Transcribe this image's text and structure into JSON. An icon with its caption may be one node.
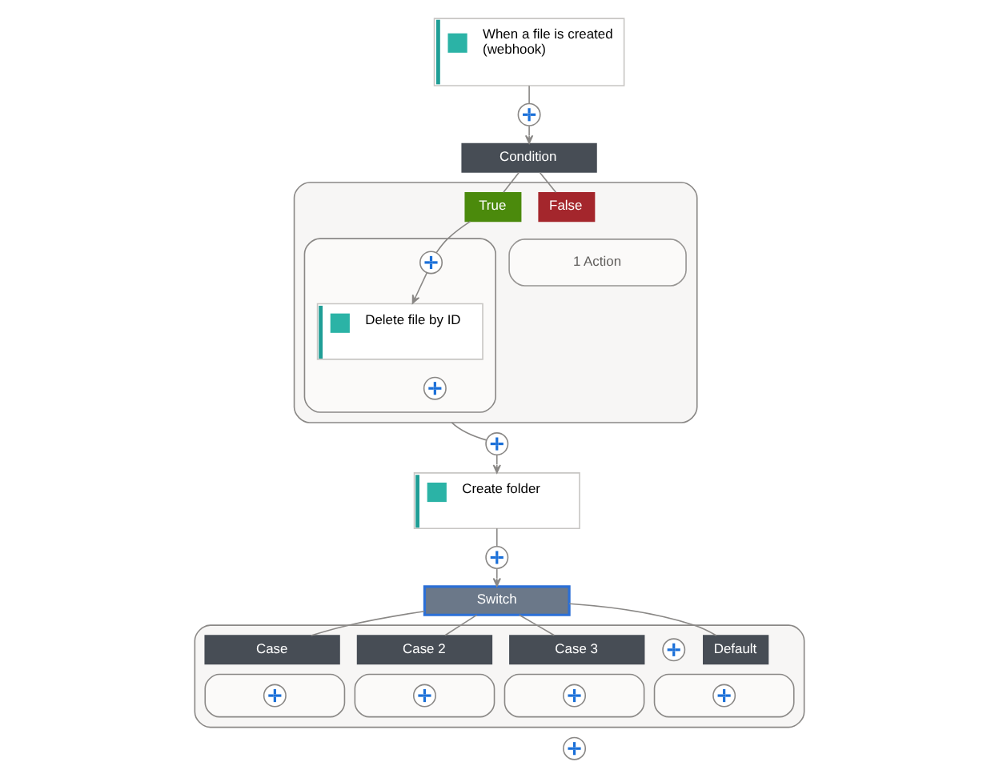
{
  "diagram": {
    "nodes": [
      {
        "text": [
          "When a file is created (webhook)"
        ]
      },
      {
        "text": [],
        "shape": "circle"
      },
      {
        "text": [
          "Condition"
        ]
      },
      {
        "text": [],
        "shape": "box"
      },
      {
        "text": [
          "True"
        ],
        "in": 3
      },
      {
        "text": [],
        "shape": "box",
        "in": 3
      },
      {
        "text": [],
        "shape": "circle",
        "in": 5
      },
      {
        "text": [
          "Delete file by ID"
        ],
        "in": 5
      },
      {
        "text": [],
        "shape": "circle",
        "in": 5
      },
      {
        "text": [
          "False"
        ],
        "in": 3
      },
      {
        "text": [
          "1 Action"
        ],
        "in": 3
      },
      {
        "text": [],
        "shape": "circle"
      },
      {
        "text": [
          "Create folder"
        ]
      },
      {
        "text": [],
        "shape": "circle"
      },
      {
        "text": [
          "Switch"
        ]
      },
      {
        "text": [],
        "shape": "box"
      },
      {
        "text": [
          "Case"
        ],
        "in": 15
      },
      {
        "text": [],
        "shape": "box",
        "in": 15
      },
      {
        "text": [],
        "shape": "circle",
        "in": 17
      },
      {
        "text": [
          "Case 2"
        ],
        "in": 15
      },
      {
        "text": [],
        "shape": "box",
        "in": 15
      },
      {
        "text": [],
        "shape": "circle",
        "in": 20
      },
      {
        "text": [
          "Case 3"
        ],
        "in": 15
      },
      {
        "text": [],
        "shape": "box",
        "in": 15
      },
      {
        "text": [],
        "shape": "circle",
        "in": 23
      },
      {
        "text": [],
        "shape": "circle",
        "in": 15
      },
      {
        "text": [
          "Default"
        ],
        "in": 15
      },
      {
        "text": [],
        "shape": "box",
        "in": 15
      },
      {
        "text": [],
        "shape": "circle",
        "in": 27
      },
      {
        "text": [],
        "shape": "circle"
      }
    ],
    "edges": [
      {
        "from": 0,
        "to": 1,
        "arrow": "none"
      },
      {
        "from": 1,
        "to": 2,
        "arrow": "to"
      },
      {
        "from": 2,
        "to": 4,
        "arrow": "none"
      },
      {
        "from": 2,
        "to": 9,
        "arrow": "none"
      },
      {
        "from": 4,
        "to": 6,
        "arrow": "none"
      },
      {
        "from": 6,
        "to": 7,
        "arrow": "to"
      },
      {
        "from": 3,
        "to": 11,
        "arrow": "none"
      },
      {
        "from": 11,
        "to": 12,
        "arrow": "to"
      },
      {
        "from": 12,
        "to": 13,
        "arrow": "none"
      },
      {
        "from": 13,
        "to": 14,
        "arrow": "to"
      },
      {
        "from": 14,
        "to": 16,
        "arrow": "none"
      },
      {
        "from": 14,
        "to": 19,
        "arrow": "none"
      },
      {
        "from": 14,
        "to": 22,
        "arrow": "none"
      },
      {
        "from": 14,
        "to": 26,
        "arrow": "none"
      }
    ]
  }
}
